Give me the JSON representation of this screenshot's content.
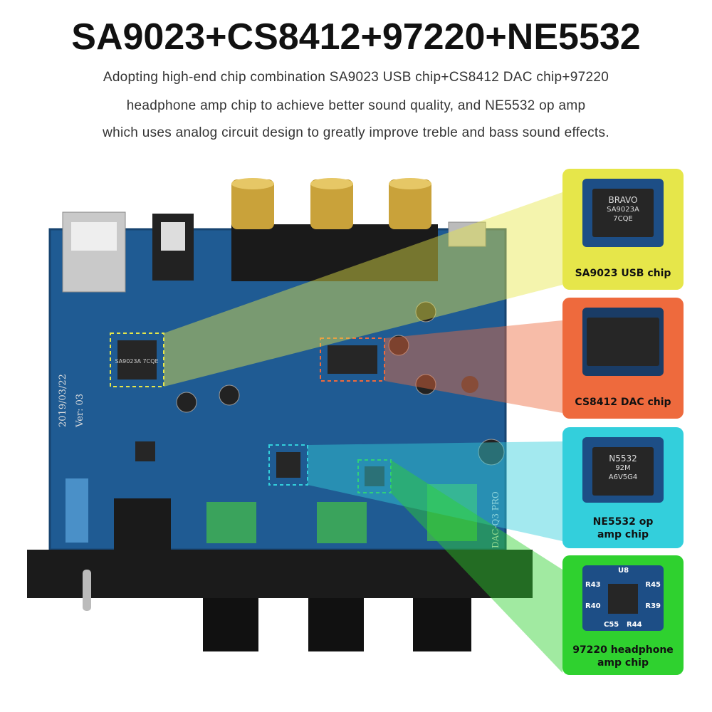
{
  "header": {
    "title": "SA9023+CS8412+97220+NE5532",
    "description_lines": [
      "Adopting high-end chip combination SA9023 USB chip+CS8412 DAC chip+97220",
      "headphone amp chip to achieve better sound quality, and NE5532 op amp",
      "which uses analog circuit design to greatly improve treble and bass sound effects."
    ]
  },
  "board": {
    "date_marking": "2019/03/22",
    "version_marking": "Ver: 03",
    "model_marking": "DAC-Q3 PRO",
    "chip_marking": "SA9023A 7CQE"
  },
  "callouts": [
    {
      "label": "SA9023 USB chip",
      "chip_text": [
        "BRAVO",
        "SA9023A",
        "7CQE"
      ],
      "color": "#e6e64a"
    },
    {
      "label": "CS8412 DAC chip",
      "chip_text": [],
      "color": "#ee6a3d"
    },
    {
      "label_lines": [
        "NE5532 op",
        "amp chip"
      ],
      "chip_text": [
        "N5532",
        "92M",
        "A6V5G4"
      ],
      "color": "#33cfdc"
    },
    {
      "label_lines": [
        "97220 headphone",
        "amp chip"
      ],
      "chip_text": [
        "U8",
        "R43",
        "R45",
        "R40",
        "R39",
        "C55",
        "R44"
      ],
      "color": "#2fd12f"
    }
  ]
}
